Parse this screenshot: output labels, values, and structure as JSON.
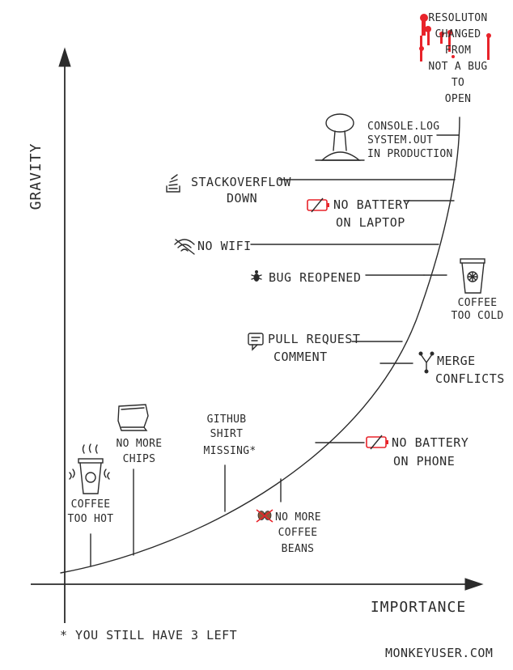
{
  "axes": {
    "y_label": "GRAVITY",
    "x_label": "IMPORTANCE"
  },
  "items": [
    {
      "id": "resolution",
      "lines": [
        "RESOLUTON",
        "CHANGED",
        "FROM",
        "NOT A BUG",
        "TO",
        "OPEN"
      ],
      "icon": "blood-splatter-icon"
    },
    {
      "id": "console-log",
      "lines": [
        "CONSOLE.LOG",
        "SYSTEM.OUT",
        "IN PRODUCTION"
      ],
      "icon": "mushroom-cloud-icon"
    },
    {
      "id": "stackoverflow",
      "lines": [
        "STACKOVERFLOW",
        "DOWN"
      ],
      "icon": "stackoverflow-icon"
    },
    {
      "id": "battery-laptop",
      "lines": [
        "NO BATTERY",
        "ON LAPTOP"
      ],
      "icon": "empty-battery-icon"
    },
    {
      "id": "no-wifi",
      "lines": [
        "NO WIFI"
      ],
      "icon": "no-wifi-icon"
    },
    {
      "id": "bug-reopened",
      "lines": [
        "BUG REOPENED"
      ],
      "icon": "bug-icon"
    },
    {
      "id": "coffee-cold",
      "lines": [
        "COFFEE",
        "TOO COLD"
      ],
      "icon": "cold-coffee-cup-icon"
    },
    {
      "id": "pull-request",
      "lines": [
        "PULL REQUEST",
        "COMMENT"
      ],
      "icon": "comment-icon"
    },
    {
      "id": "merge-conflicts",
      "lines": [
        "MERGE",
        "CONFLICTS"
      ],
      "icon": "git-merge-icon"
    },
    {
      "id": "battery-phone",
      "lines": [
        "NO BATTERY",
        "ON PHONE"
      ],
      "icon": "empty-battery-icon"
    },
    {
      "id": "github-shirt",
      "lines": [
        "GITHUB",
        "SHIRT",
        "MISSING*"
      ],
      "icon": ""
    },
    {
      "id": "coffee-beans",
      "lines": [
        "NO MORE",
        "COFFEE",
        "BEANS"
      ],
      "icon": "crossed-coffee-beans-icon"
    },
    {
      "id": "no-chips",
      "lines": [
        "NO MORE",
        "CHIPS"
      ],
      "icon": "chips-bag-icon"
    },
    {
      "id": "coffee-hot",
      "lines": [
        "COFFEE",
        "TOO HOT"
      ],
      "icon": "hot-coffee-cup-icon"
    }
  ],
  "footnote": "* YOU STILL HAVE 3 LEFT",
  "credit": "MONKEYUSER.COM",
  "colors": {
    "ink": "#2b2b2b",
    "red": "#e8232a"
  }
}
